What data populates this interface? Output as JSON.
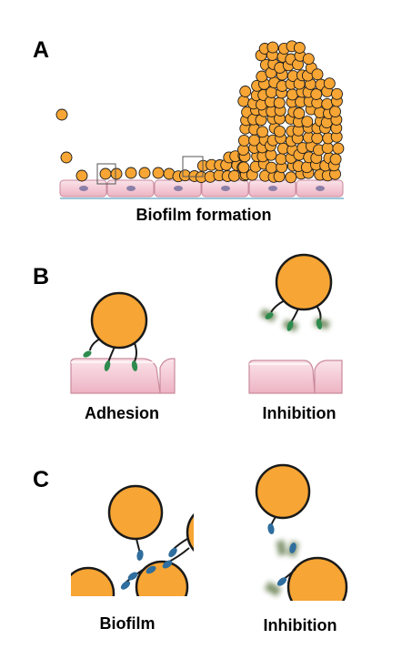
{
  "panels": {
    "a": {
      "letter": "A",
      "caption": "Biofilm formation"
    },
    "b": {
      "letter": "B",
      "left_caption": "Adhesion",
      "right_caption": "Inhibition"
    },
    "c": {
      "letter": "C",
      "left_caption": "Biofilm",
      "right_caption": "Inhibition"
    }
  },
  "colors": {
    "bacterium": "#F7A534",
    "bacterium_stroke": "#1a1a1a",
    "epithelial_cell": "#F4C9D3",
    "cell_nucleus": "#8B7FA8",
    "adhesin_green": "#2E8B4E",
    "adhesin_blue": "#2F6E9E",
    "inhibitor_shadow": "#4F6B35"
  },
  "icons": [
    "bacterium-icon",
    "epithelial-cell-icon",
    "adhesin-icon",
    "inhibitor-icon"
  ]
}
